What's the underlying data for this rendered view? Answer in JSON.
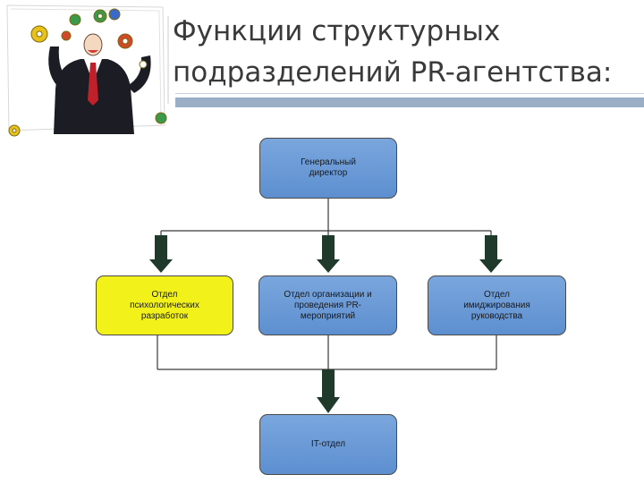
{
  "slide": {
    "title_lines": [
      "Функции структурных",
      "подразделений PR-агентства:"
    ]
  },
  "diagram": {
    "nodes": {
      "director": "Генеральный\nдиректор",
      "psych": "Отдел\nпсихологических\nразработок",
      "events": "Отдел организации и\nпроведения PR-\nмероприятий",
      "image": "Отдел\nимиджирования\nруководства",
      "it": "IT-отдел"
    }
  },
  "colors": {
    "box_blue": "#6a9ad6",
    "box_yellow": "#f2f21a",
    "arrow": "#1f3a2a",
    "title_rule": "#9aaec6"
  },
  "icons": [
    "businessman-clipart",
    "gear-icon"
  ]
}
